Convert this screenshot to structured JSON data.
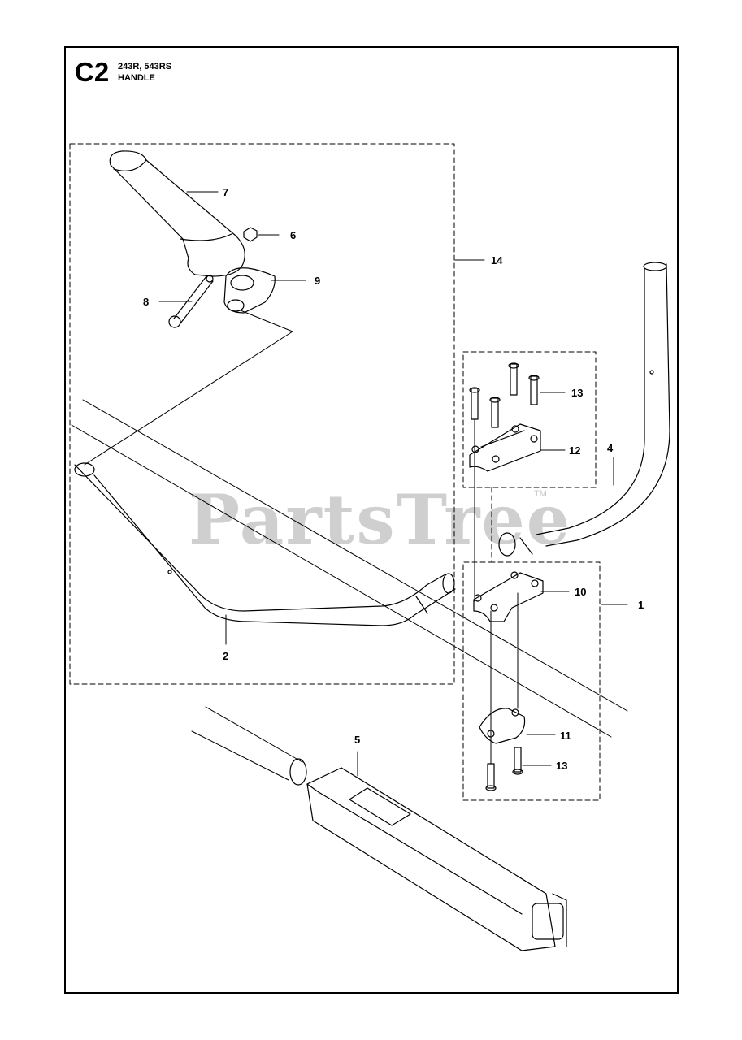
{
  "header": {
    "code": "C2",
    "models": "243R, 543RS",
    "section": "HANDLE"
  },
  "watermark": {
    "text": "PartsTree",
    "tm": "TM"
  },
  "labels": {
    "p1": "1",
    "p2": "2",
    "p4": "4",
    "p5": "5",
    "p6": "6",
    "p7": "7",
    "p8": "8",
    "p9": "9",
    "p10": "10",
    "p11": "11",
    "p12": "12",
    "p13a": "13",
    "p13b": "13",
    "p14": "14"
  }
}
